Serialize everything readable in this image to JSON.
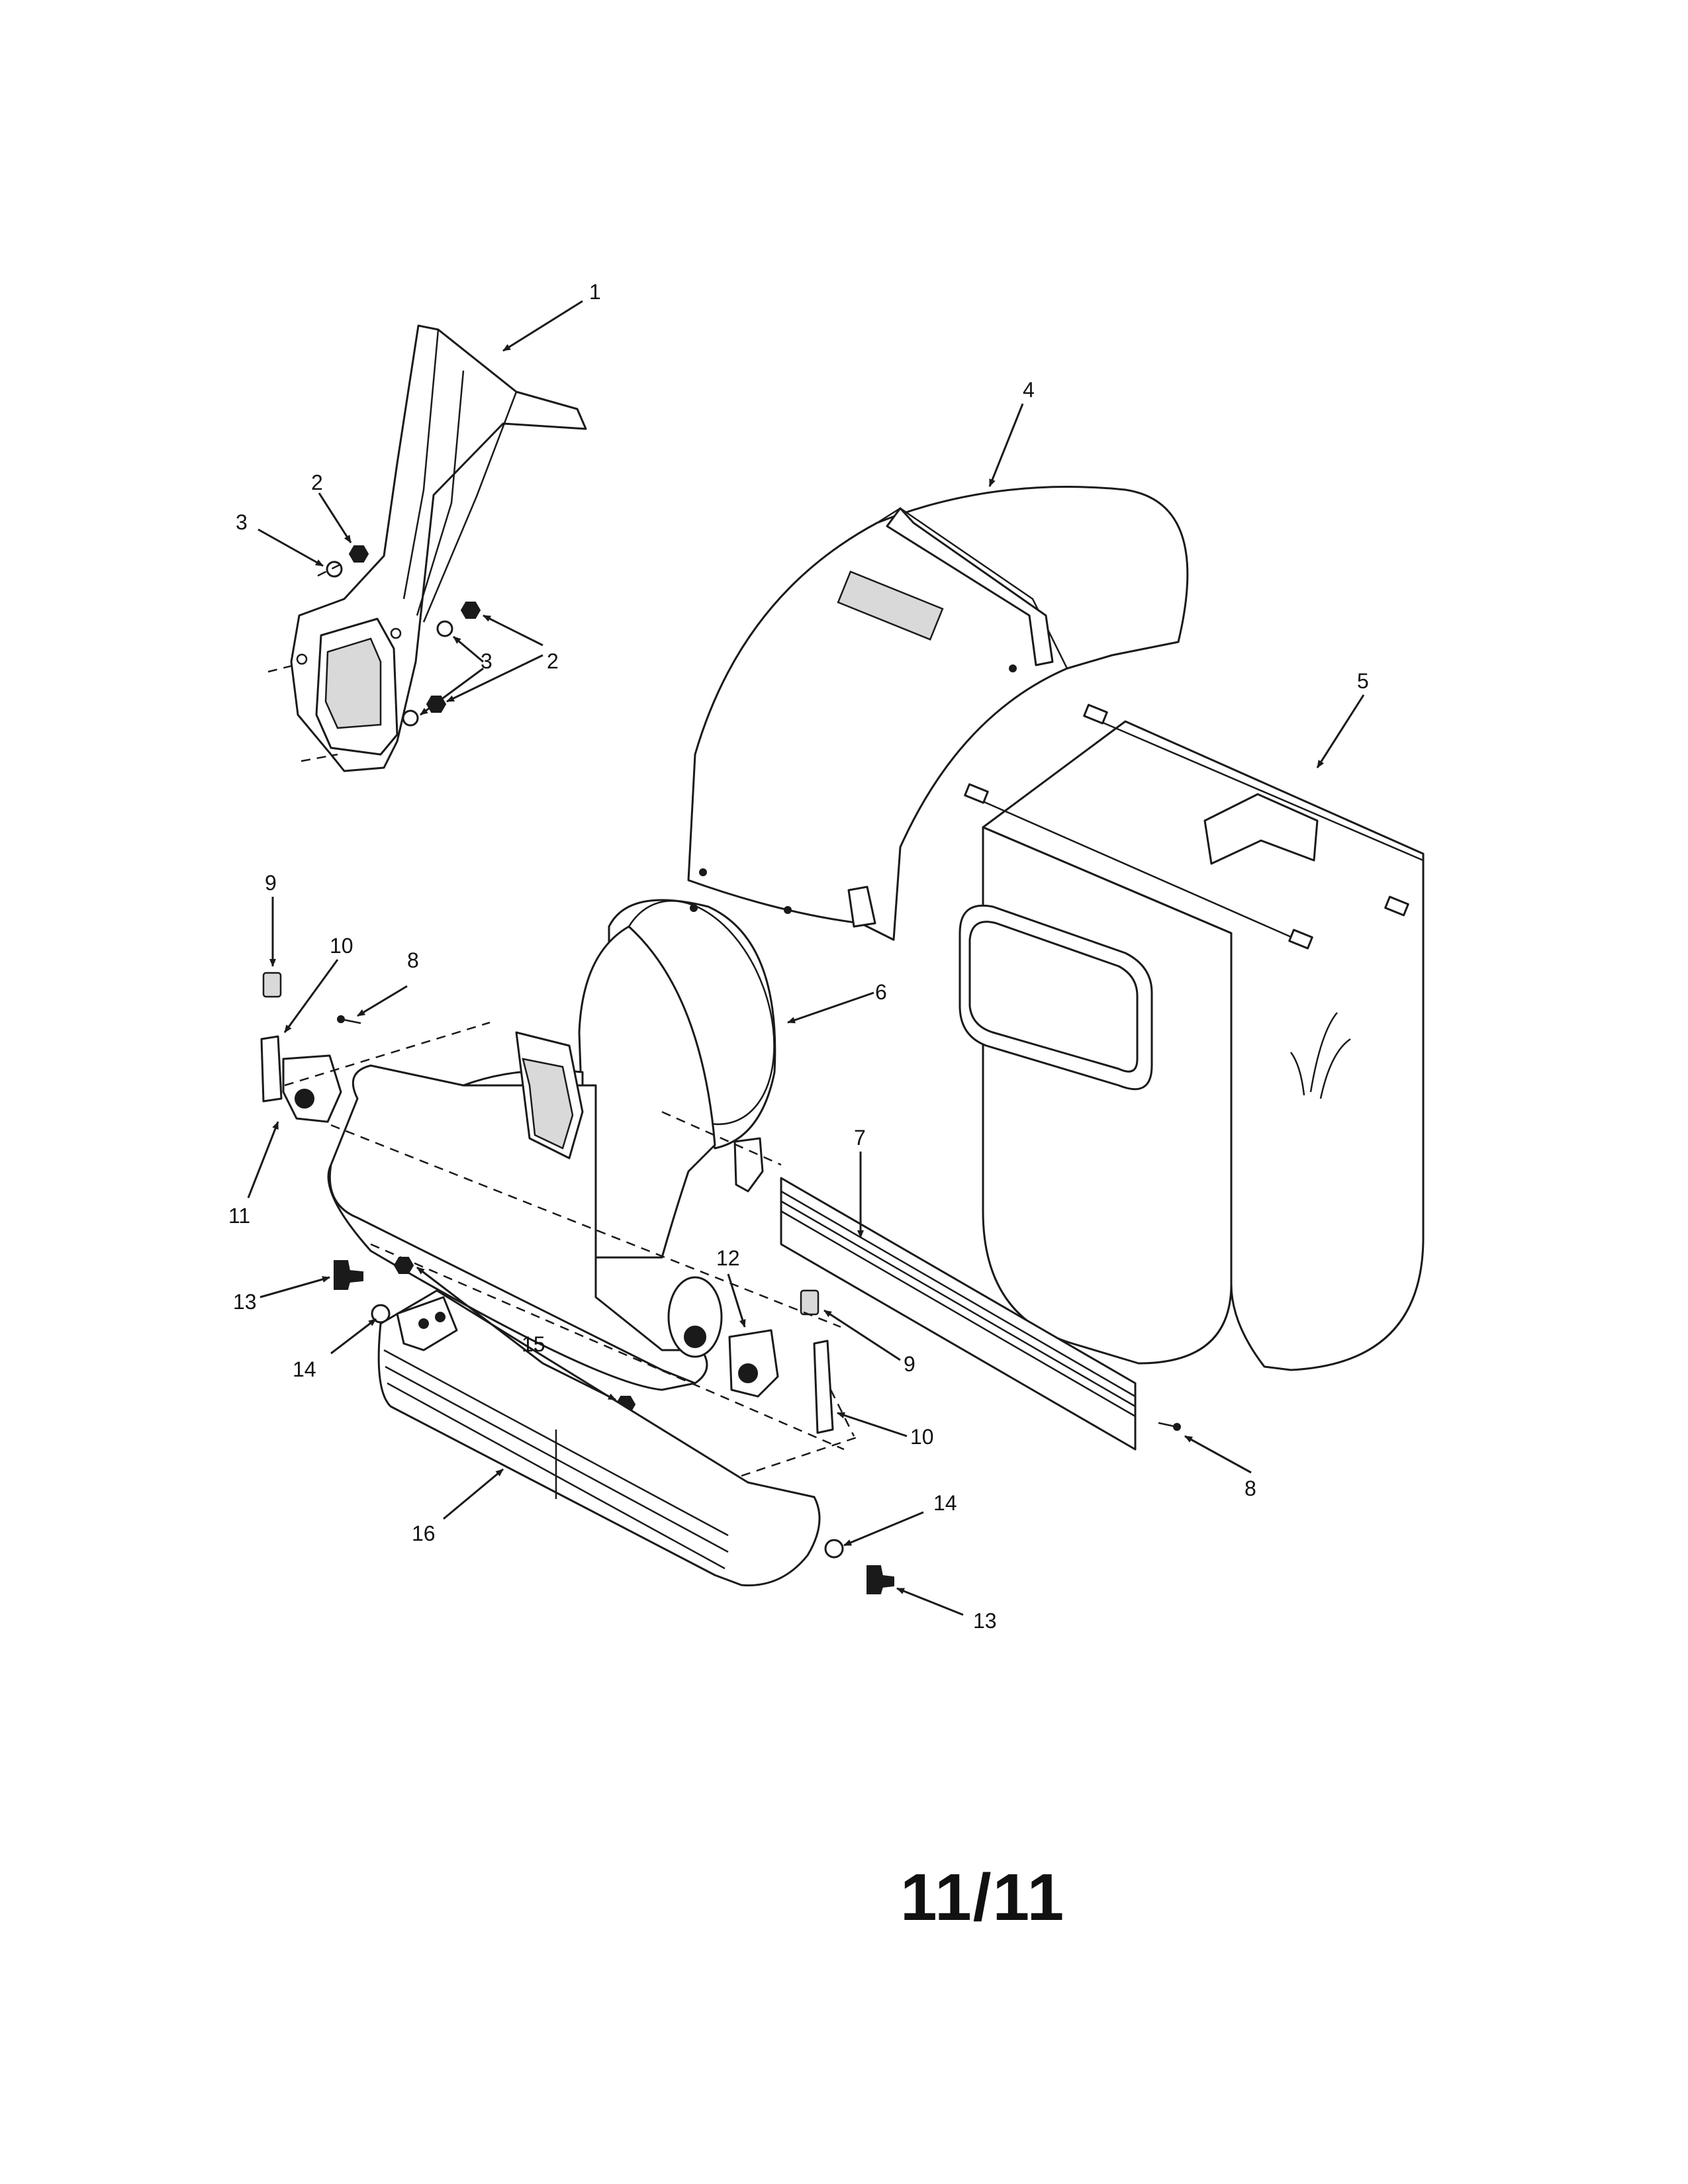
{
  "diagram": {
    "callouts": [
      "1",
      "2",
      "3",
      "4",
      "5",
      "6",
      "7",
      "8",
      "9",
      "10",
      "11",
      "12",
      "13",
      "14",
      "15",
      "16"
    ]
  },
  "footer": {
    "page_number": "11/11"
  },
  "colors": {
    "line": "#1a1a1a",
    "shade": "#d9d9d9",
    "background": "#ffffff"
  }
}
